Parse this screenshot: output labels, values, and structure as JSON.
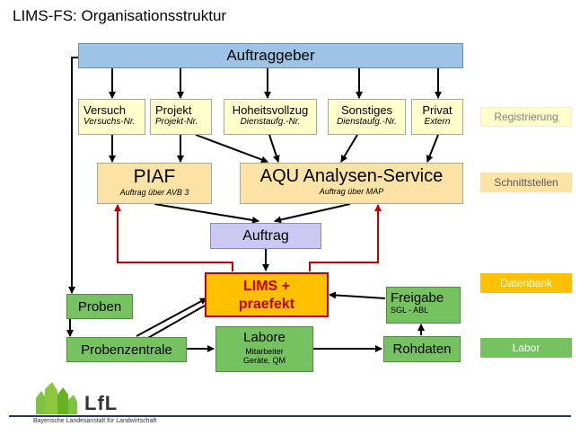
{
  "title": "LIMS-FS: Organisationsstruktur",
  "auftraggeber": "Auftraggeber",
  "sources": [
    {
      "name": "Versuch",
      "sub": "Versuchs-Nr."
    },
    {
      "name": "Projekt",
      "sub": "Projekt-Nr."
    },
    {
      "name": "Hoheitsvollzug",
      "sub": "Dienstaufg.-Nr."
    },
    {
      "name": "Sonstiges",
      "sub": "Dienstaufg.-Nr."
    },
    {
      "name": "Privat",
      "sub": "Extern"
    }
  ],
  "piaf": {
    "name": "PIAF",
    "sub": "Auftrag über AVB 3"
  },
  "aqu": {
    "name": "AQU Analysen-Service",
    "sub": "Auftrag  über  MAP"
  },
  "auftrag": "Auftrag",
  "lims": {
    "line1": "LIMS +",
    "line2": "praefekt"
  },
  "proben": "Proben",
  "probenzentrale": "Probenzentrale",
  "labore": {
    "name": "Labore",
    "line1": "Mitarbeiter",
    "line2": "Geräte, QM"
  },
  "rohdaten": "Rohdaten",
  "freigabe": {
    "name": "Freigabe",
    "sub": "SGL - ABL"
  },
  "legend": {
    "registrierung": "Registrierung",
    "schnittstellen": "Schnittstellen",
    "datenbank": "Datenbank",
    "labor": "Labor"
  },
  "logo": {
    "name": "LfL",
    "caption": "Bayerische Landesanstalt für Landwirtschaft"
  },
  "colors": {
    "accent_blue": "#9dc3e6",
    "lims_orange": "#ffc000",
    "arrow_red": "#c00000",
    "green": "#77c260",
    "footer_line": "#1f3864"
  }
}
